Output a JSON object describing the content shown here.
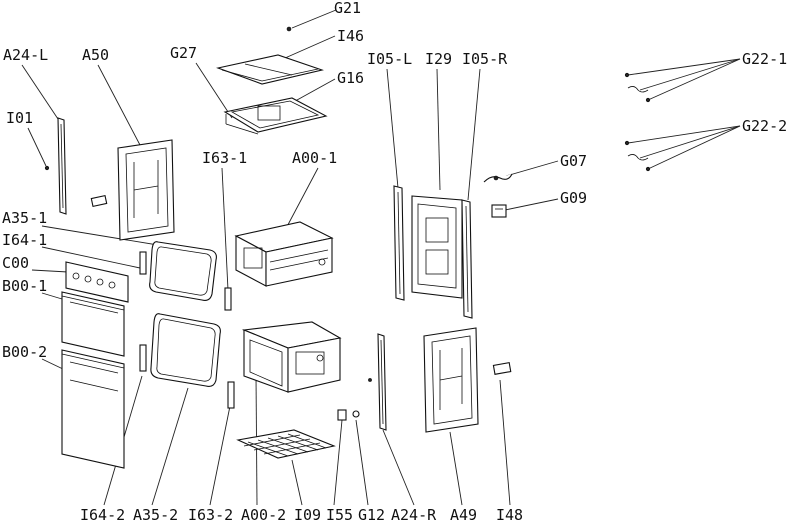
{
  "diagram": {
    "labels": {
      "g21": "G21",
      "a24l": "A24-L",
      "a50": "A50",
      "g27": "G27",
      "i46": "I46",
      "g16": "G16",
      "i05l": "I05-L",
      "i29": "I29",
      "i05r": "I05-R",
      "g221": "G22-1",
      "i01": "I01",
      "g222": "G22-2",
      "i631": "I63-1",
      "a001": "A00-1",
      "g07": "G07",
      "a351": "A35-1",
      "g09": "G09",
      "i641": "I64-1",
      "c00": "C00",
      "b001": "B00-1",
      "b002": "B00-2",
      "i642": "I64-2",
      "a352": "A35-2",
      "i632": "I63-2",
      "a002": "A00-2",
      "i09": "I09",
      "i55": "I55",
      "g12": "G12",
      "a24r": "A24-R",
      "a49": "A49",
      "i48": "I48"
    }
  }
}
